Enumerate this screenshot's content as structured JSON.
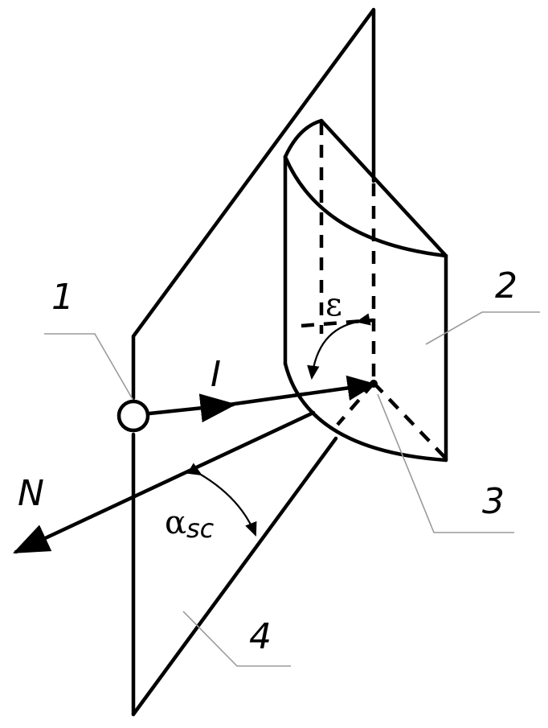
{
  "labels": {
    "n1": "1",
    "n2": "2",
    "n3": "3",
    "n4": "4",
    "current": "I",
    "normal": "N",
    "epsilon": "ε",
    "alpha": "α",
    "alpha_sub": "sc"
  }
}
